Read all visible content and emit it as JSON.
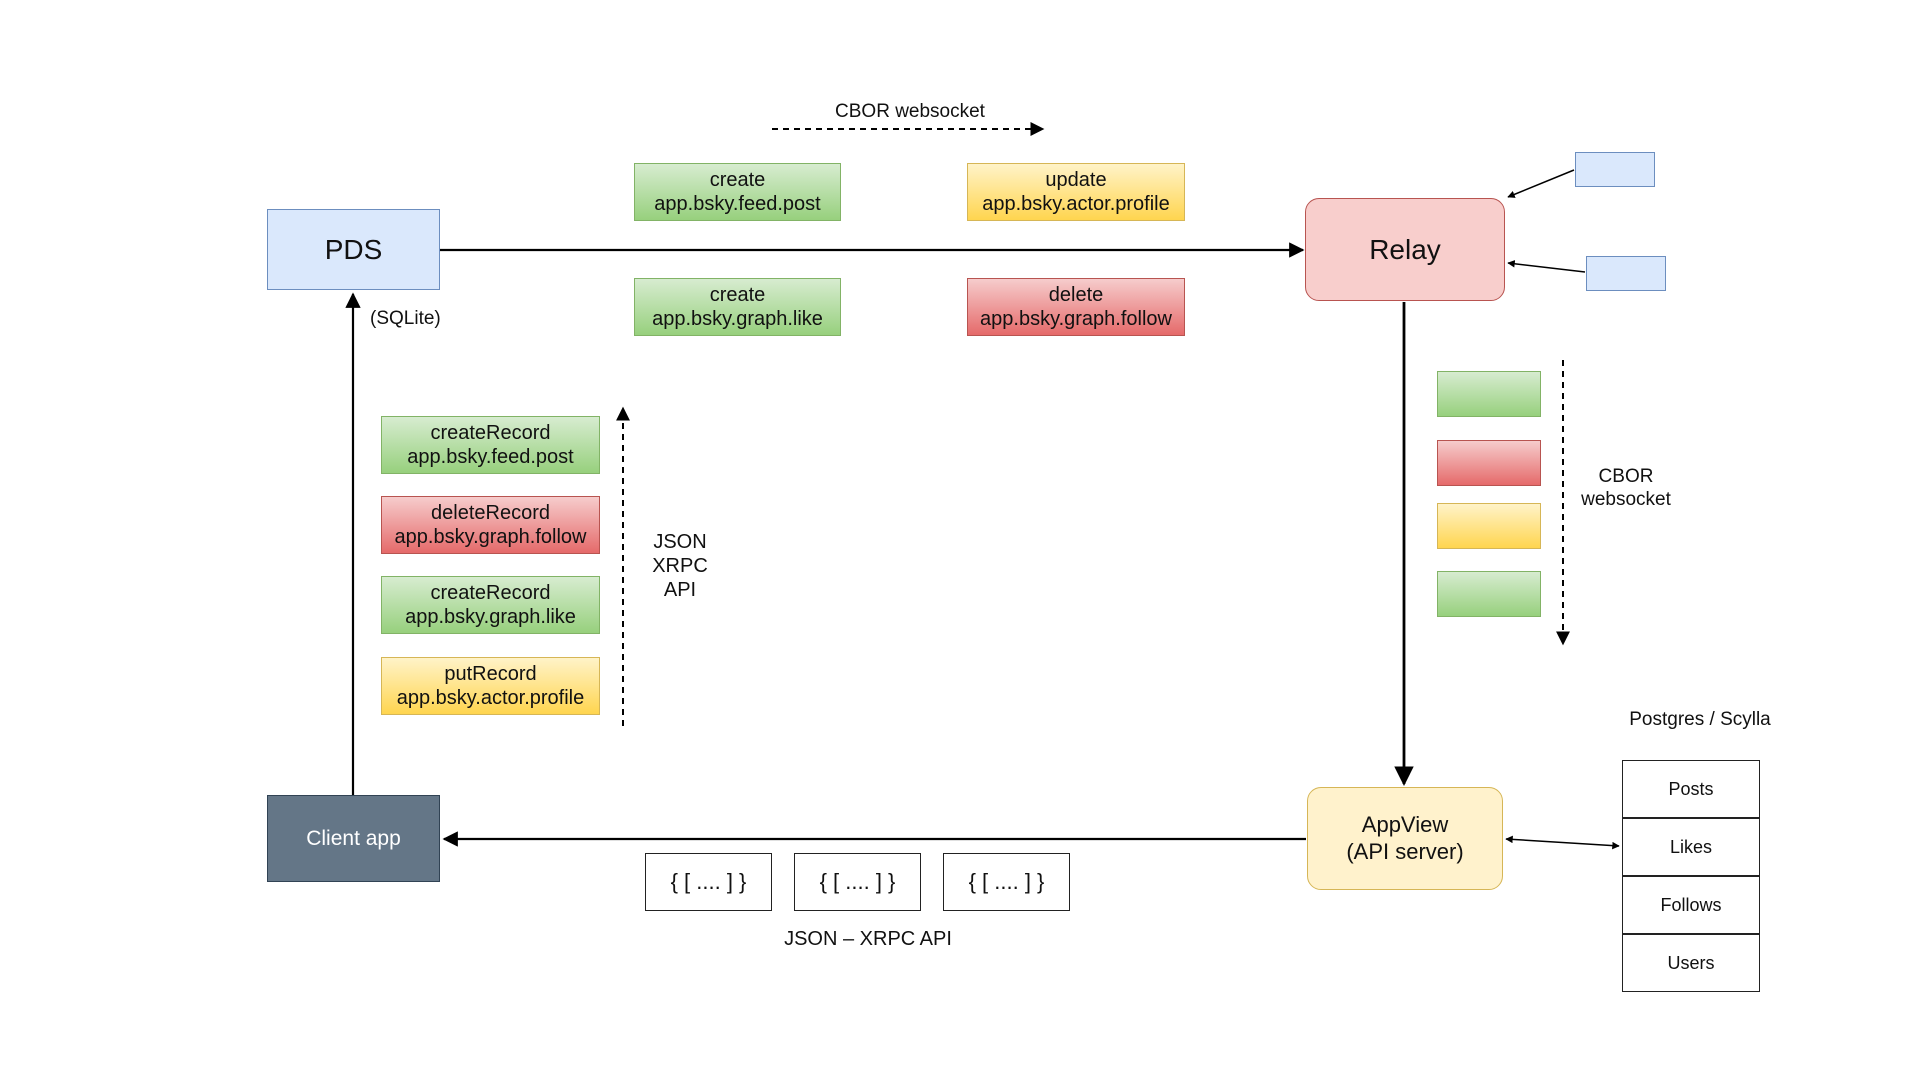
{
  "nodes": {
    "pds": "PDS",
    "pds_storage": "(SQLite)",
    "relay": "Relay",
    "client": "Client app",
    "appview": [
      "AppView",
      "(API server)"
    ]
  },
  "top_channel": {
    "label": "CBOR websocket",
    "records": [
      {
        "lines": [
          "create",
          "app.bsky.feed.post"
        ],
        "color": "green"
      },
      {
        "lines": [
          "update",
          "app.bsky.actor.profile"
        ],
        "color": "yellow"
      },
      {
        "lines": [
          "create",
          "app.bsky.graph.like"
        ],
        "color": "green"
      },
      {
        "lines": [
          "delete",
          "app.bsky.graph.follow"
        ],
        "color": "red"
      }
    ]
  },
  "client_requests": {
    "label": [
      "JSON",
      "XRPC",
      "API"
    ],
    "records": [
      {
        "lines": [
          "createRecord",
          "app.bsky.feed.post"
        ],
        "color": "green"
      },
      {
        "lines": [
          "deleteRecord",
          "app.bsky.graph.follow"
        ],
        "color": "red"
      },
      {
        "lines": [
          "createRecord",
          "app.bsky.graph.like"
        ],
        "color": "green"
      },
      {
        "lines": [
          "putRecord",
          "app.bsky.actor.profile"
        ],
        "color": "yellow"
      }
    ]
  },
  "relay_stream": {
    "label": [
      "CBOR",
      "websocket"
    ],
    "blocks": [
      "green",
      "red",
      "yellow",
      "green"
    ]
  },
  "responses": {
    "label": "JSON – XRPC API",
    "items": [
      "{ [ .... ] }",
      "{ [ .... ] }",
      "{ [ .... ] }"
    ]
  },
  "database": {
    "title": "Postgres / Scylla",
    "tables": [
      "Posts",
      "Likes",
      "Follows",
      "Users"
    ]
  },
  "colors": {
    "pds_fill": "#dae8fc",
    "relay_fill": "#f8cecc",
    "client_fill": "#647687",
    "appview_fill": "#fff2cc"
  }
}
